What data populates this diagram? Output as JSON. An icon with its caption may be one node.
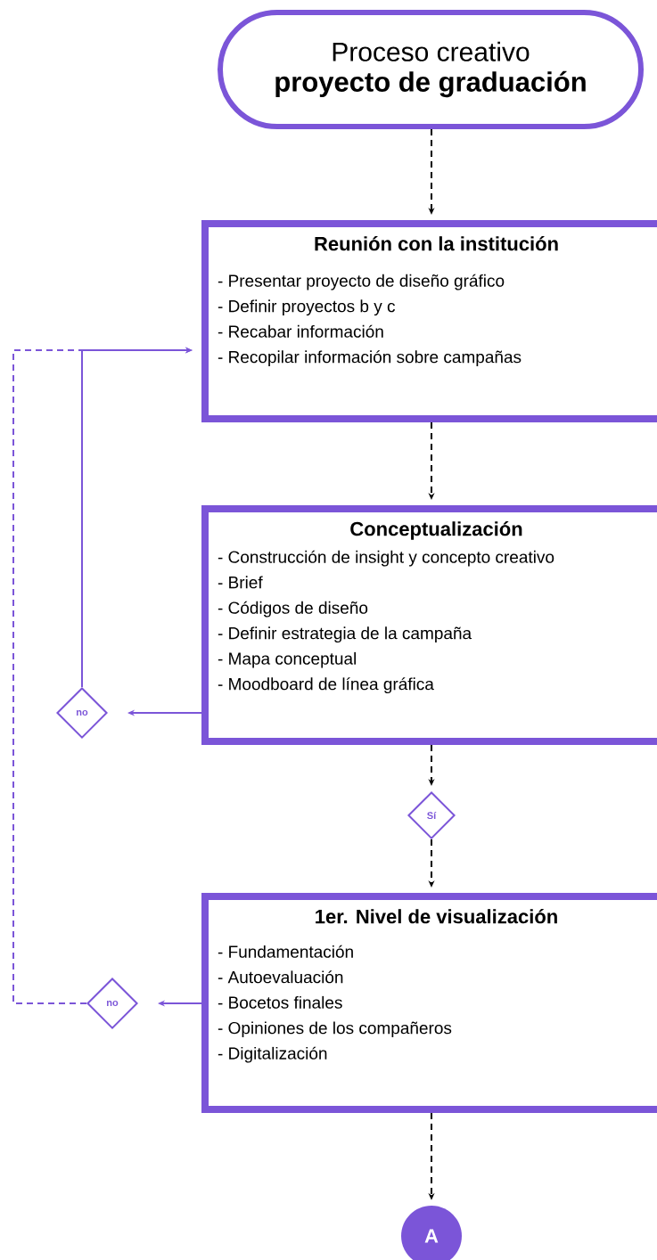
{
  "diagram": {
    "nodes": [
      {
        "text": [
          "Proceso creativo",
          "proyecto de graduación"
        ]
      },
      {
        "text": [
          "Reunión con la institución",
          "- Presentar proyecto de diseño gráfico",
          "- Definir proyectos b y c",
          "- Recabar información",
          "- Recopilar información sobre campañas"
        ]
      },
      {
        "text": [
          "Conceptualización",
          "- Construcción de insight y concepto creativo",
          "- Brief",
          "- Códigos de diseño",
          "- Definir estrategia de la campaña",
          "- Mapa conceptual",
          "- Moodboard de línea gráfica"
        ]
      },
      {
        "text": [
          "no"
        ]
      },
      {
        "text": [
          "Sí"
        ]
      },
      {
        "text": [
          "1er. Nivel de visualización",
          "- Fundamentación",
          "- Autoevaluación",
          "- Bocetos finales",
          "- Opiniones de los compañeros",
          "- Digitalización"
        ]
      },
      {
        "text": [
          "no"
        ]
      },
      {
        "text": [
          "A"
        ]
      }
    ],
    "edges": [
      {
        "from": 0,
        "to": 1,
        "arrow": "to",
        "style": "dashed"
      },
      {
        "from": 1,
        "to": 2,
        "arrow": "to",
        "style": "dashed"
      },
      {
        "from": 2,
        "to": 4,
        "arrow": "to",
        "style": "dashed"
      },
      {
        "from": 4,
        "to": 5,
        "arrow": "to",
        "style": "dashed"
      },
      {
        "from": 5,
        "to": 7,
        "arrow": "to",
        "style": "dashed"
      },
      {
        "from": 2,
        "to": 3,
        "arrow": "to",
        "color": "#7b55d8"
      },
      {
        "from": 3,
        "to": 1,
        "arrow": "to",
        "color": "#7b55d8"
      },
      {
        "from": 5,
        "to": 6,
        "arrow": "to",
        "color": "#7b55d8"
      },
      {
        "from": 6,
        "to": 1,
        "arrow": "to",
        "style": "dashed",
        "color": "#7b55d8"
      }
    ]
  }
}
